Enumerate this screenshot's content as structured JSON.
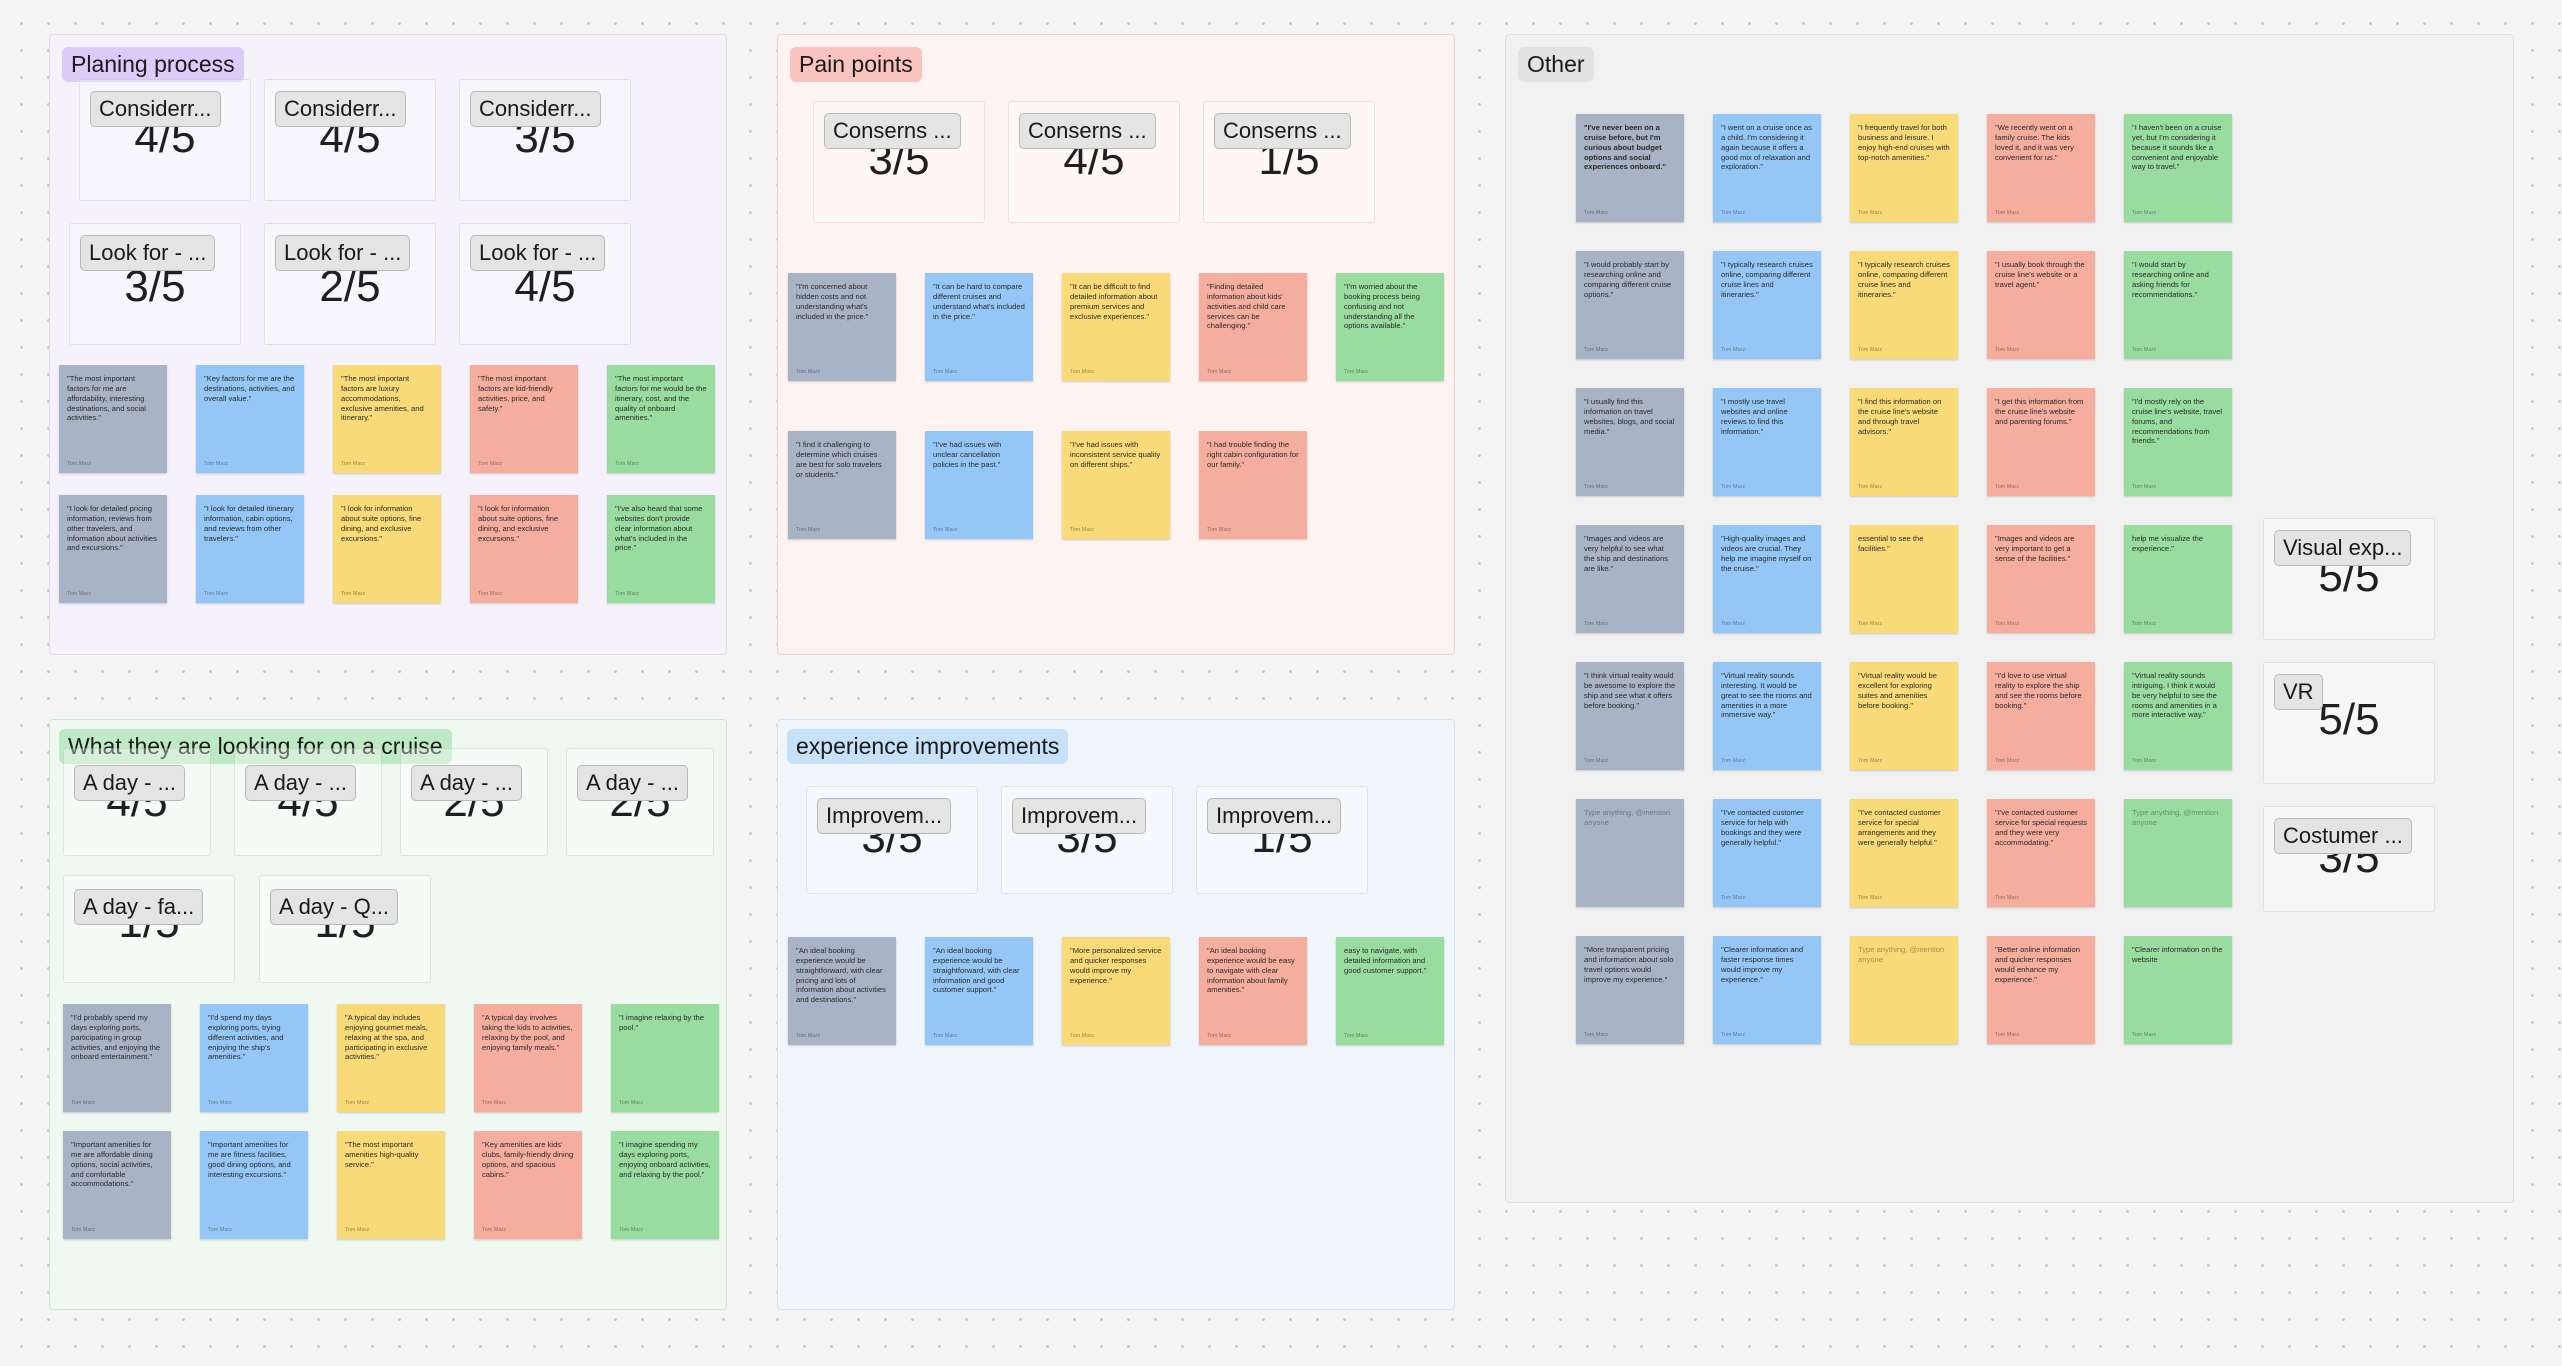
{
  "sections": {
    "planing": {
      "label": "Planing process",
      "color": "#dccbf8"
    },
    "pain": {
      "label": "Pain points",
      "color": "#f9c4c0"
    },
    "other": {
      "label": "Other",
      "color": "#e2e2e2"
    },
    "looking": {
      "label": "What they are looking for on a cruise",
      "color": "#bdeac4"
    },
    "improve": {
      "label": "experience improvements",
      "color": "#c6e1f8"
    }
  },
  "cards": {
    "p1": {
      "title": "Considerr...",
      "value": "4/5"
    },
    "p2": {
      "title": "Considerr...",
      "value": "4/5"
    },
    "p3": {
      "title": "Considerr...",
      "value": "3/5"
    },
    "p4": {
      "title": "Look for - ...",
      "value": "3/5"
    },
    "p5": {
      "title": "Look for - ...",
      "value": "2/5"
    },
    "p6": {
      "title": "Look for - ...",
      "value": "4/5"
    },
    "pn1": {
      "title": "Conserns ...",
      "value": "3/5"
    },
    "pn2": {
      "title": "Conserns ...",
      "value": "4/5"
    },
    "pn3": {
      "title": "Conserns ...",
      "value": "1/5"
    },
    "l1": {
      "title": "A day - ...",
      "value": "4/5"
    },
    "l2": {
      "title": "A day - ...",
      "value": "4/5"
    },
    "l3": {
      "title": "A day - ...",
      "value": "2/5"
    },
    "l4": {
      "title": "A day - ...",
      "value": "2/5"
    },
    "l5": {
      "title": "A day - fa...",
      "value": "1/5"
    },
    "l6": {
      "title": "A day - Q...",
      "value": "1/5"
    },
    "e1": {
      "title": "Improvem...",
      "value": "3/5"
    },
    "e2": {
      "title": "Improvem...",
      "value": "3/5"
    },
    "e3": {
      "title": "Improvem...",
      "value": "1/5"
    },
    "o1": {
      "title": "Visual exp...",
      "value": "5/5"
    },
    "o2": {
      "title": "VR",
      "value": "5/5"
    },
    "o3": {
      "title": "Costumer ...",
      "value": "3/5"
    }
  },
  "author": "Tom Marz",
  "placeholder": "Type anything, @mention anyone",
  "stickies": {
    "planing": [
      "\"The most important factors for me are affordability, interesting destinations, and social activities.\"",
      "\"Key factors for me are the destinations, activities, and overall value.\"",
      "\"The most important factors are luxury accommodations, exclusive amenities, and itinerary.\"",
      "\"The most important factors are kid-friendly activities, price, and safety.\"",
      "\"The most important factors for me would be the itinerary, cost, and the quality of onboard amenities.\"",
      "\"I look for detailed pricing information, reviews from other travelers, and information about activities and excursions.\"",
      "\"I look for detailed itinerary information, cabin options, and reviews from other travelers.\"",
      "\"I look for information about suite options, fine dining, and exclusive excursions.\"",
      "\"I look for information about suite options, fine dining, and exclusive excursions.\"",
      "\"I've also heard that some websites don't provide clear information about what's included in the price.\""
    ],
    "pain": [
      "\"I'm concerned about hidden costs and not understanding what's included in the price.\"",
      "\"It can be hard to compare different cruises and understand what's included in the price.\"",
      "\"It can be difficult to find detailed information about premium services and exclusive experiences.\"",
      "\"Finding detailed information about kids' activities and child care services can be challenging.\"",
      "\"I'm worried about the booking process being confusing and not understanding all the options available.\"",
      "\"I find it challenging to determine which cruises are best for solo travelers or students.\"",
      "\"I've had issues with unclear cancellation policies in the past.\"",
      "\"I've had issues with inconsistent service quality on different ships.\"",
      "\"I had trouble finding the right cabin configuration for our family.\""
    ],
    "looking": [
      "\"I'd probably spend my days exploring ports, participating in group activities, and enjoying the onboard entertainment.\"",
      "\"I'd spend my days exploring ports, trying different activities, and enjoying the ship's amenities.\"",
      "\"A typical day includes enjoying gourmet meals, relaxing at the spa, and participating in exclusive activities.\"",
      "\"A typical day involves taking the kids to activities, relaxing by the pool, and enjoying family meals.\"",
      "\"I imagine relaxing by the pool.\"",
      "\"Important amenities for me are affordable dining options, social activities, and comfortable accommodations.\"",
      "\"Important amenities for me are fitness facilities, good dining options, and interesting excursions.\"",
      "\"The most important amenities high-quality service.\"",
      "\"Key amenities are kids' clubs, family-friendly dining options, and spacious cabins.\"",
      "\"I imagine spending my days exploring ports, enjoying onboard activities, and relaxing by the pool.\""
    ],
    "improve": [
      "\"An ideal booking experience would be straightforward, with clear pricing and lots of information about activities and destinations.\"",
      "\"An ideal booking experience would be straightforward, with clear information and good customer support.\"",
      "\"More personalized service and quicker responses would improve my experience.\"",
      "\"An ideal booking experience would be easy to navigate with clear information about family amenities.\"",
      "easy to navigate, with detailed information and good customer support.\""
    ],
    "other": [
      "\"I've never been on a cruise before, but I'm curious about budget options and social experiences onboard.\"",
      "\"I went on a cruise once as a child. I'm considering it again because it offers a good mix of relaxation and exploration.\"",
      "\"I frequently travel for both business and leisure. I enjoy high-end cruises with top-notch amenities.\"",
      "\"We recently went on a family cruise. The kids loved it, and it was very convenient for us.\"",
      "\"I haven't been on a cruise yet, but I'm considering it because it sounds like a convenient and enjoyable way to travel.\"",
      "\"I would probably start by researching online and comparing different cruise options.\"",
      "\"I typically research cruises online, comparing different cruise lines and itineraries.\"",
      "\"I typically research cruises online, comparing different cruise lines and itineraries.\"",
      "\"I usually book through the cruise line's website or a travel agent.\"",
      "\"I would start by researching online and asking friends for recommendations.\"",
      "\"I usually find this information on travel websites, blogs, and social media.\"",
      "\"I mostly use travel websites and online reviews to find this information.\"",
      "\"I find this information on the cruise line's website and through travel advisors.\"",
      "\"I get this information from the cruise line's website and parenting forums.\"",
      "\"I'd mostly rely on the cruise line's website, travel forums, and recommendations from friends.\"",
      "\"Images and videos are very helpful to see what the ship and destinations are like.\"",
      "\"High-quality images and videos are crucial. They help me imagine myself on the cruise.\"",
      "essential to see the facilities.\"",
      "\"Images and videos are very important to get a sense of the facilities.\"",
      " help me visualize the experience.\"",
      "\"I think virtual reality would be awesome to explore the ship and see what it offers before booking.\"",
      "\"Virtual reality sounds interesting. It would be great to see the rooms and amenities in a more immersive way.\"",
      "\"Virtual reality would be excellent for exploring suites and amenities before booking.\"",
      "\"I'd love to use virtual reality to explore the ship and see the rooms before booking.\"",
      "\"Virtual reality sounds intriguing. I think it would be very helpful to see the rooms and amenities in a more interactive way.\"",
      "",
      "\"I've contacted customer service for help with bookings and they were generally helpful.\"",
      "\"I've contacted customer service for special arrangements and they were generally helpful.\"",
      "\"I've contacted customer service for special requests and they were very accommodating.\"",
      "",
      "\"More transparent pricing and information about solo travel options would improve my experience.\"",
      "\"Clearer information and faster response times would improve my experience.\"",
      "",
      "\"Better online information and quicker responses would enhance my experience.\"",
      "\"Clearer information on the website"
    ]
  }
}
